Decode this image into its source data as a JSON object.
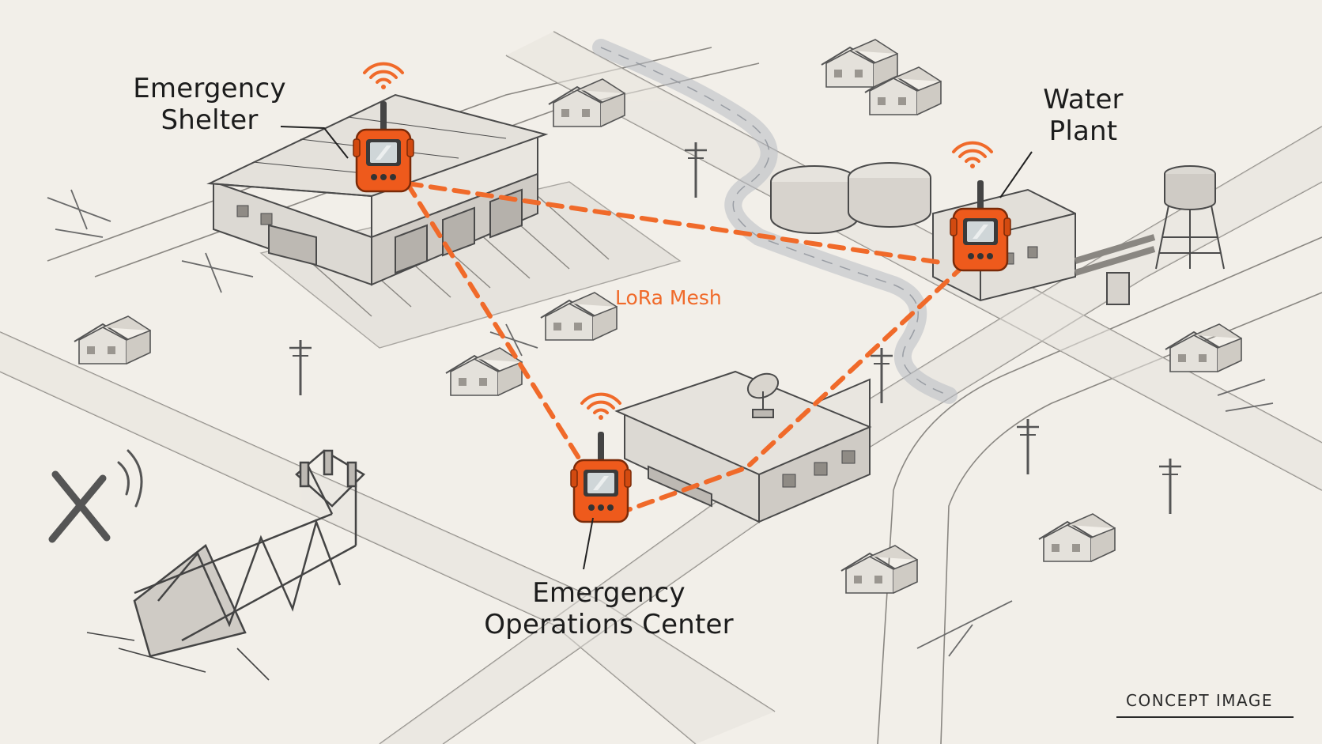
{
  "labels": {
    "shelter": [
      "Emergency",
      "Shelter"
    ],
    "water": [
      "Water",
      "Plant"
    ],
    "eoc": [
      "Emergency",
      "Operations Center"
    ],
    "mesh": "LoRa Mesh",
    "concept": "CONCEPT IMAGE"
  },
  "colors": {
    "accent": "#f06a2a",
    "device": "#ee5a1c",
    "ink": "#3a3a3a",
    "paper": "#f2efe9"
  },
  "icons": {
    "device": "lora-radio-icon",
    "signal": "wifi-signal-icon",
    "no_signal": "no-signal-x-icon",
    "dish": "satellite-dish-icon"
  }
}
